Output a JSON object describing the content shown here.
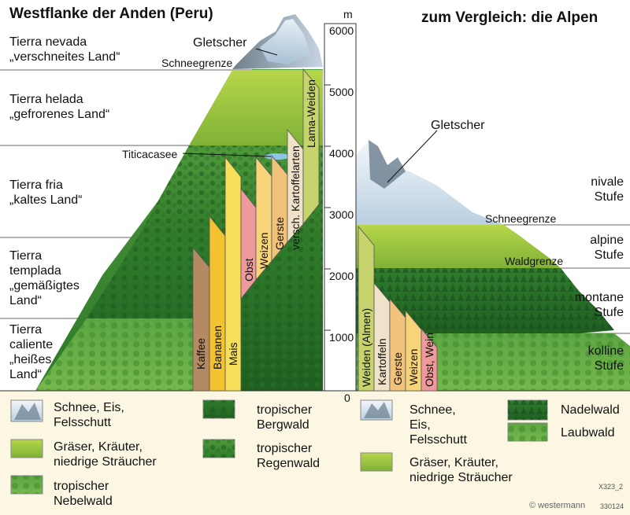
{
  "titles": {
    "left": "Westflanke der Anden (Peru)",
    "right": "zum Vergleich: die Alpen"
  },
  "scale": {
    "unit": "m",
    "ticks": [
      "6000",
      "5000",
      "4000",
      "3000",
      "2000",
      "1000",
      "0"
    ]
  },
  "andes": {
    "zones": [
      {
        "line1": "Tierra nevada",
        "line2": "„verschneites Land“"
      },
      {
        "line1": "Tierra helada",
        "line2": "„gefrorenes Land“"
      },
      {
        "line1": "Tierra fria",
        "line2": "„kaltes Land“"
      },
      {
        "line1": "Tierra",
        "line2": "templada",
        "line3": "„gemäßigtes",
        "line4": "Land“"
      },
      {
        "line1": "Tierra",
        "line2": "caliente",
        "line3": "„heißes",
        "line4": "Land“"
      }
    ],
    "labels": {
      "glacier": "Gletscher",
      "snowline": "Schneegrenze",
      "lake": "Titicacasee"
    },
    "crops": [
      "Kaffee",
      "Bananen",
      "Mais",
      "Obst",
      "Weizen",
      "Gerste",
      "versch. Kartoffelarten",
      "Lama-Weiden"
    ]
  },
  "alps": {
    "zones": [
      {
        "line1": "nivale",
        "line2": "Stufe"
      },
      {
        "line1": "alpine",
        "line2": "Stufe"
      },
      {
        "line1": "montane",
        "line2": "Stufe"
      },
      {
        "line1": "kolline",
        "line2": "Stufe"
      }
    ],
    "labels": {
      "glacier": "Gletscher",
      "snowline": "Schneegrenze",
      "treeline": "Waldgrenze"
    },
    "crops": [
      "Weiden (Almen)",
      "Kartoffeln",
      "Gerste",
      "Weizen",
      "Obst, Wein"
    ]
  },
  "legend": {
    "snow_left": [
      "Schnee, Eis,",
      "Felsschutt"
    ],
    "grass_left": [
      "Gräser, Kräuter,",
      "niedrige Sträucher"
    ],
    "cloudforest": [
      "tropischer",
      "Nebelwald"
    ],
    "mountainforest": [
      "tropischer",
      "Bergwald"
    ],
    "rainforest": [
      "tropischer",
      "Regenwald"
    ],
    "snow_right": [
      "Schnee,",
      "Eis,",
      "Felsschutt"
    ],
    "grass_right": [
      "Gräser, Kräuter,",
      "niedrige Sträucher"
    ],
    "conifer": "Nadelwald",
    "deciduous": "Laubwald"
  },
  "credits": {
    "code": "X323_2",
    "publisher": "© westermann",
    "number": "330124"
  },
  "colors": {
    "coffee": "#b48a64",
    "banana": "#f2c230",
    "maize": "#f7df5a",
    "fruit": "#ef9a9a",
    "wheat": "#f7d479",
    "barley": "#f1c27a",
    "potato": "#efe2c8",
    "pasture": "#c7d36d"
  }
}
